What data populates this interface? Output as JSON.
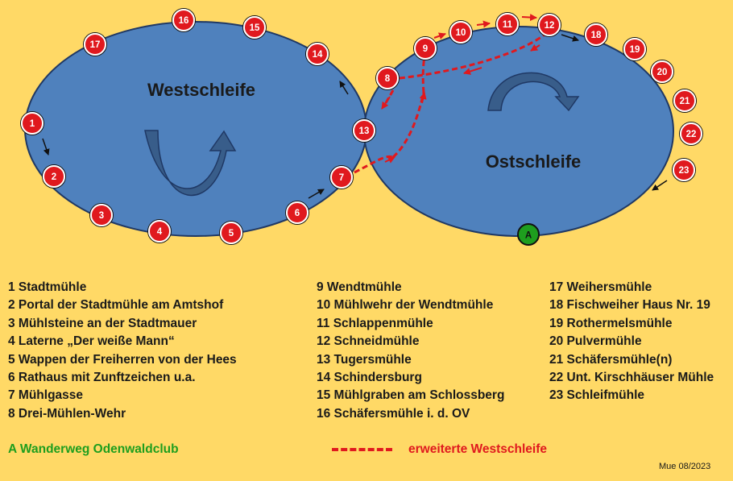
{
  "loops": {
    "west_label": "Westschleife",
    "east_label": "Ostschleife"
  },
  "stations": [
    {
      "id": "1",
      "name": "Stadtmühle"
    },
    {
      "id": "2",
      "name": "Portal der Stadtmühle am Amtshof"
    },
    {
      "id": "3",
      "name": "Mühlsteine an der Stadtmauer"
    },
    {
      "id": "4",
      "name": "Laterne „Der weiße Mann“"
    },
    {
      "id": "5",
      "name": "Wappen der Freiherren von der Hees"
    },
    {
      "id": "6",
      "name": "Rathaus mit Zunftzeichen u.a."
    },
    {
      "id": "7",
      "name": "Mühlgasse"
    },
    {
      "id": "8",
      "name": "Drei-Mühlen-Wehr"
    },
    {
      "id": "9",
      "name": "Wendtmühle"
    },
    {
      "id": "10",
      "name": "Mühlwehr der Wendtmühle"
    },
    {
      "id": "11",
      "name": "Schlappenmühle"
    },
    {
      "id": "12",
      "name": "Schneidmühle"
    },
    {
      "id": "13",
      "name": "Tugersmühle"
    },
    {
      "id": "14",
      "name": "Schindersburg"
    },
    {
      "id": "15",
      "name": "Mühlgraben am Schlossberg"
    },
    {
      "id": "16",
      "name": "Schäfersmühle i. d. OV"
    },
    {
      "id": "17",
      "name": "Weihersmühle"
    },
    {
      "id": "18",
      "name": "Fischweiher Haus Nr. 19"
    },
    {
      "id": "19",
      "name": "Rothermelsmühle"
    },
    {
      "id": "20",
      "name": "Pulvermühle"
    },
    {
      "id": "21",
      "name": "Schäfersmühle(n)"
    },
    {
      "id": "22",
      "name": "Unt. Kirschhäuser Mühle"
    },
    {
      "id": "23",
      "name": "Schleifmühle"
    }
  ],
  "trail_marker": {
    "label": "A"
  },
  "legend": {
    "col1": [
      "1 Stadtmühle",
      "2 Portal der Stadtmühle am Amtshof",
      "3 Mühlsteine an der Stadtmauer",
      "4 Laterne „Der weiße Mann“",
      "5 Wappen der Freiherren von der Hees",
      "6 Rathaus mit Zunftzeichen u.a.",
      "7 Mühlgasse",
      "8 Drei-Mühlen-Wehr"
    ],
    "col2": [
      "9 Wendtmühle",
      "10 Mühlwehr der Wendtmühle",
      "11 Schlappenmühle",
      "12 Schneidmühle",
      "13 Tugersmühle",
      "14 Schindersburg",
      "15 Mühlgraben am Schlossberg",
      "16 Schäfersmühle i. d. OV"
    ],
    "col3": [
      "17 Weihersmühle",
      "18 Fischweiher Haus Nr. 19",
      "19 Rothermelsmühle",
      "20 Pulvermühle",
      "21 Schäfersmühle(n)",
      "22 Unt. Kirschhäuser Mühle",
      "23 Schleifmühle"
    ],
    "trail": "A Wanderweg Odenwaldclub",
    "extended": "erweiterte Westschleife"
  },
  "credit": "Mue 08/2023",
  "colors": {
    "background": "#FFD966",
    "loop_fill": "#4F81BD",
    "station_fill": "#E0191E",
    "trail_fill": "#1E9E1E",
    "extended_route": "#E0191E"
  }
}
